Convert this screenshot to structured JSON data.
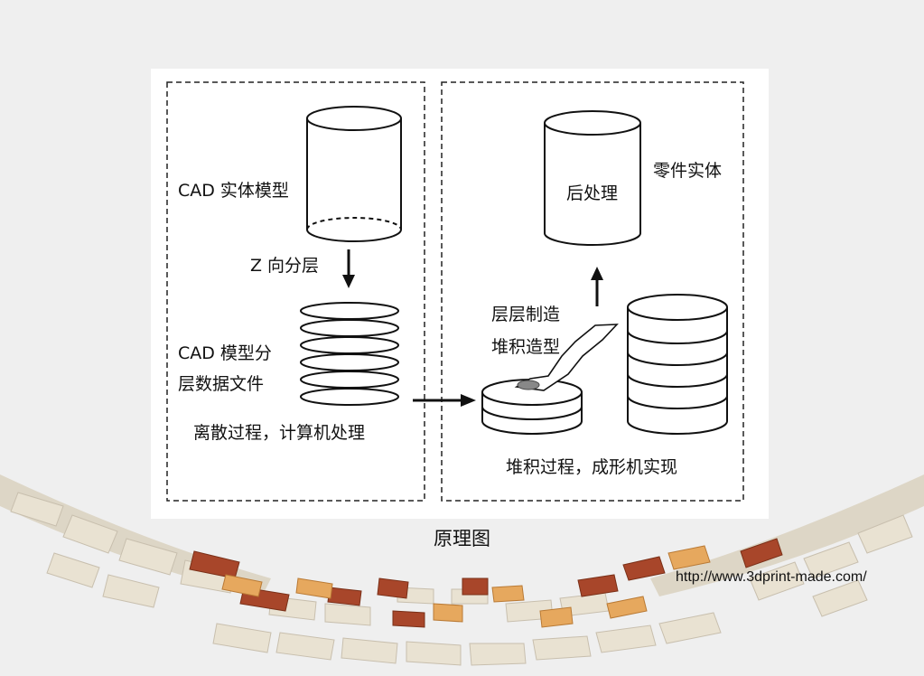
{
  "caption": "原理图",
  "url": "http://www.3dprint-made.com/",
  "left_panel": {
    "cad_model": "CAD 实体模型",
    "z_slicing": "Z 向分层",
    "cad_layer_data_line1": "CAD 模型分",
    "cad_layer_data_line2": "层数据文件",
    "discrete_process": "离散过程，计算机处理"
  },
  "right_panel": {
    "post_process": "后处理",
    "part_entity": "零件实体",
    "layer_manufacture": "层层制造",
    "stack_forming": "堆积造型",
    "stack_process": "堆积过程，成形机实现"
  }
}
